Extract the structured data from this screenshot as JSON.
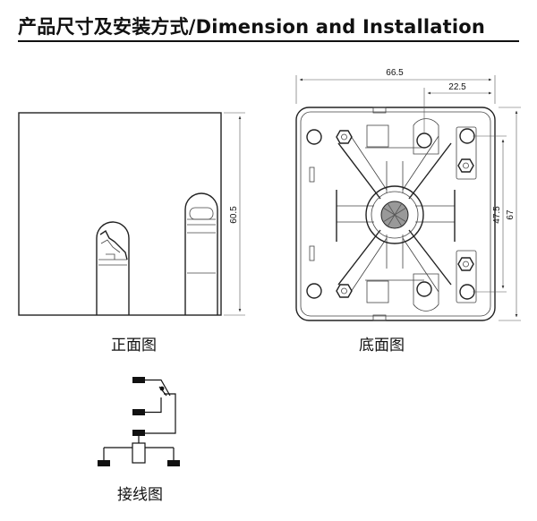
{
  "title": "产品尺寸及安装方式/Dimension and  Installation",
  "front_view": {
    "caption": "正面图",
    "height_dim": "60.5"
  },
  "bottom_view": {
    "caption": "底面图",
    "width_dim": "66.5",
    "offset_dim": "22.5",
    "inner_dim": "47.5",
    "height_dim": "67"
  },
  "wiring": {
    "caption": "接线图"
  }
}
